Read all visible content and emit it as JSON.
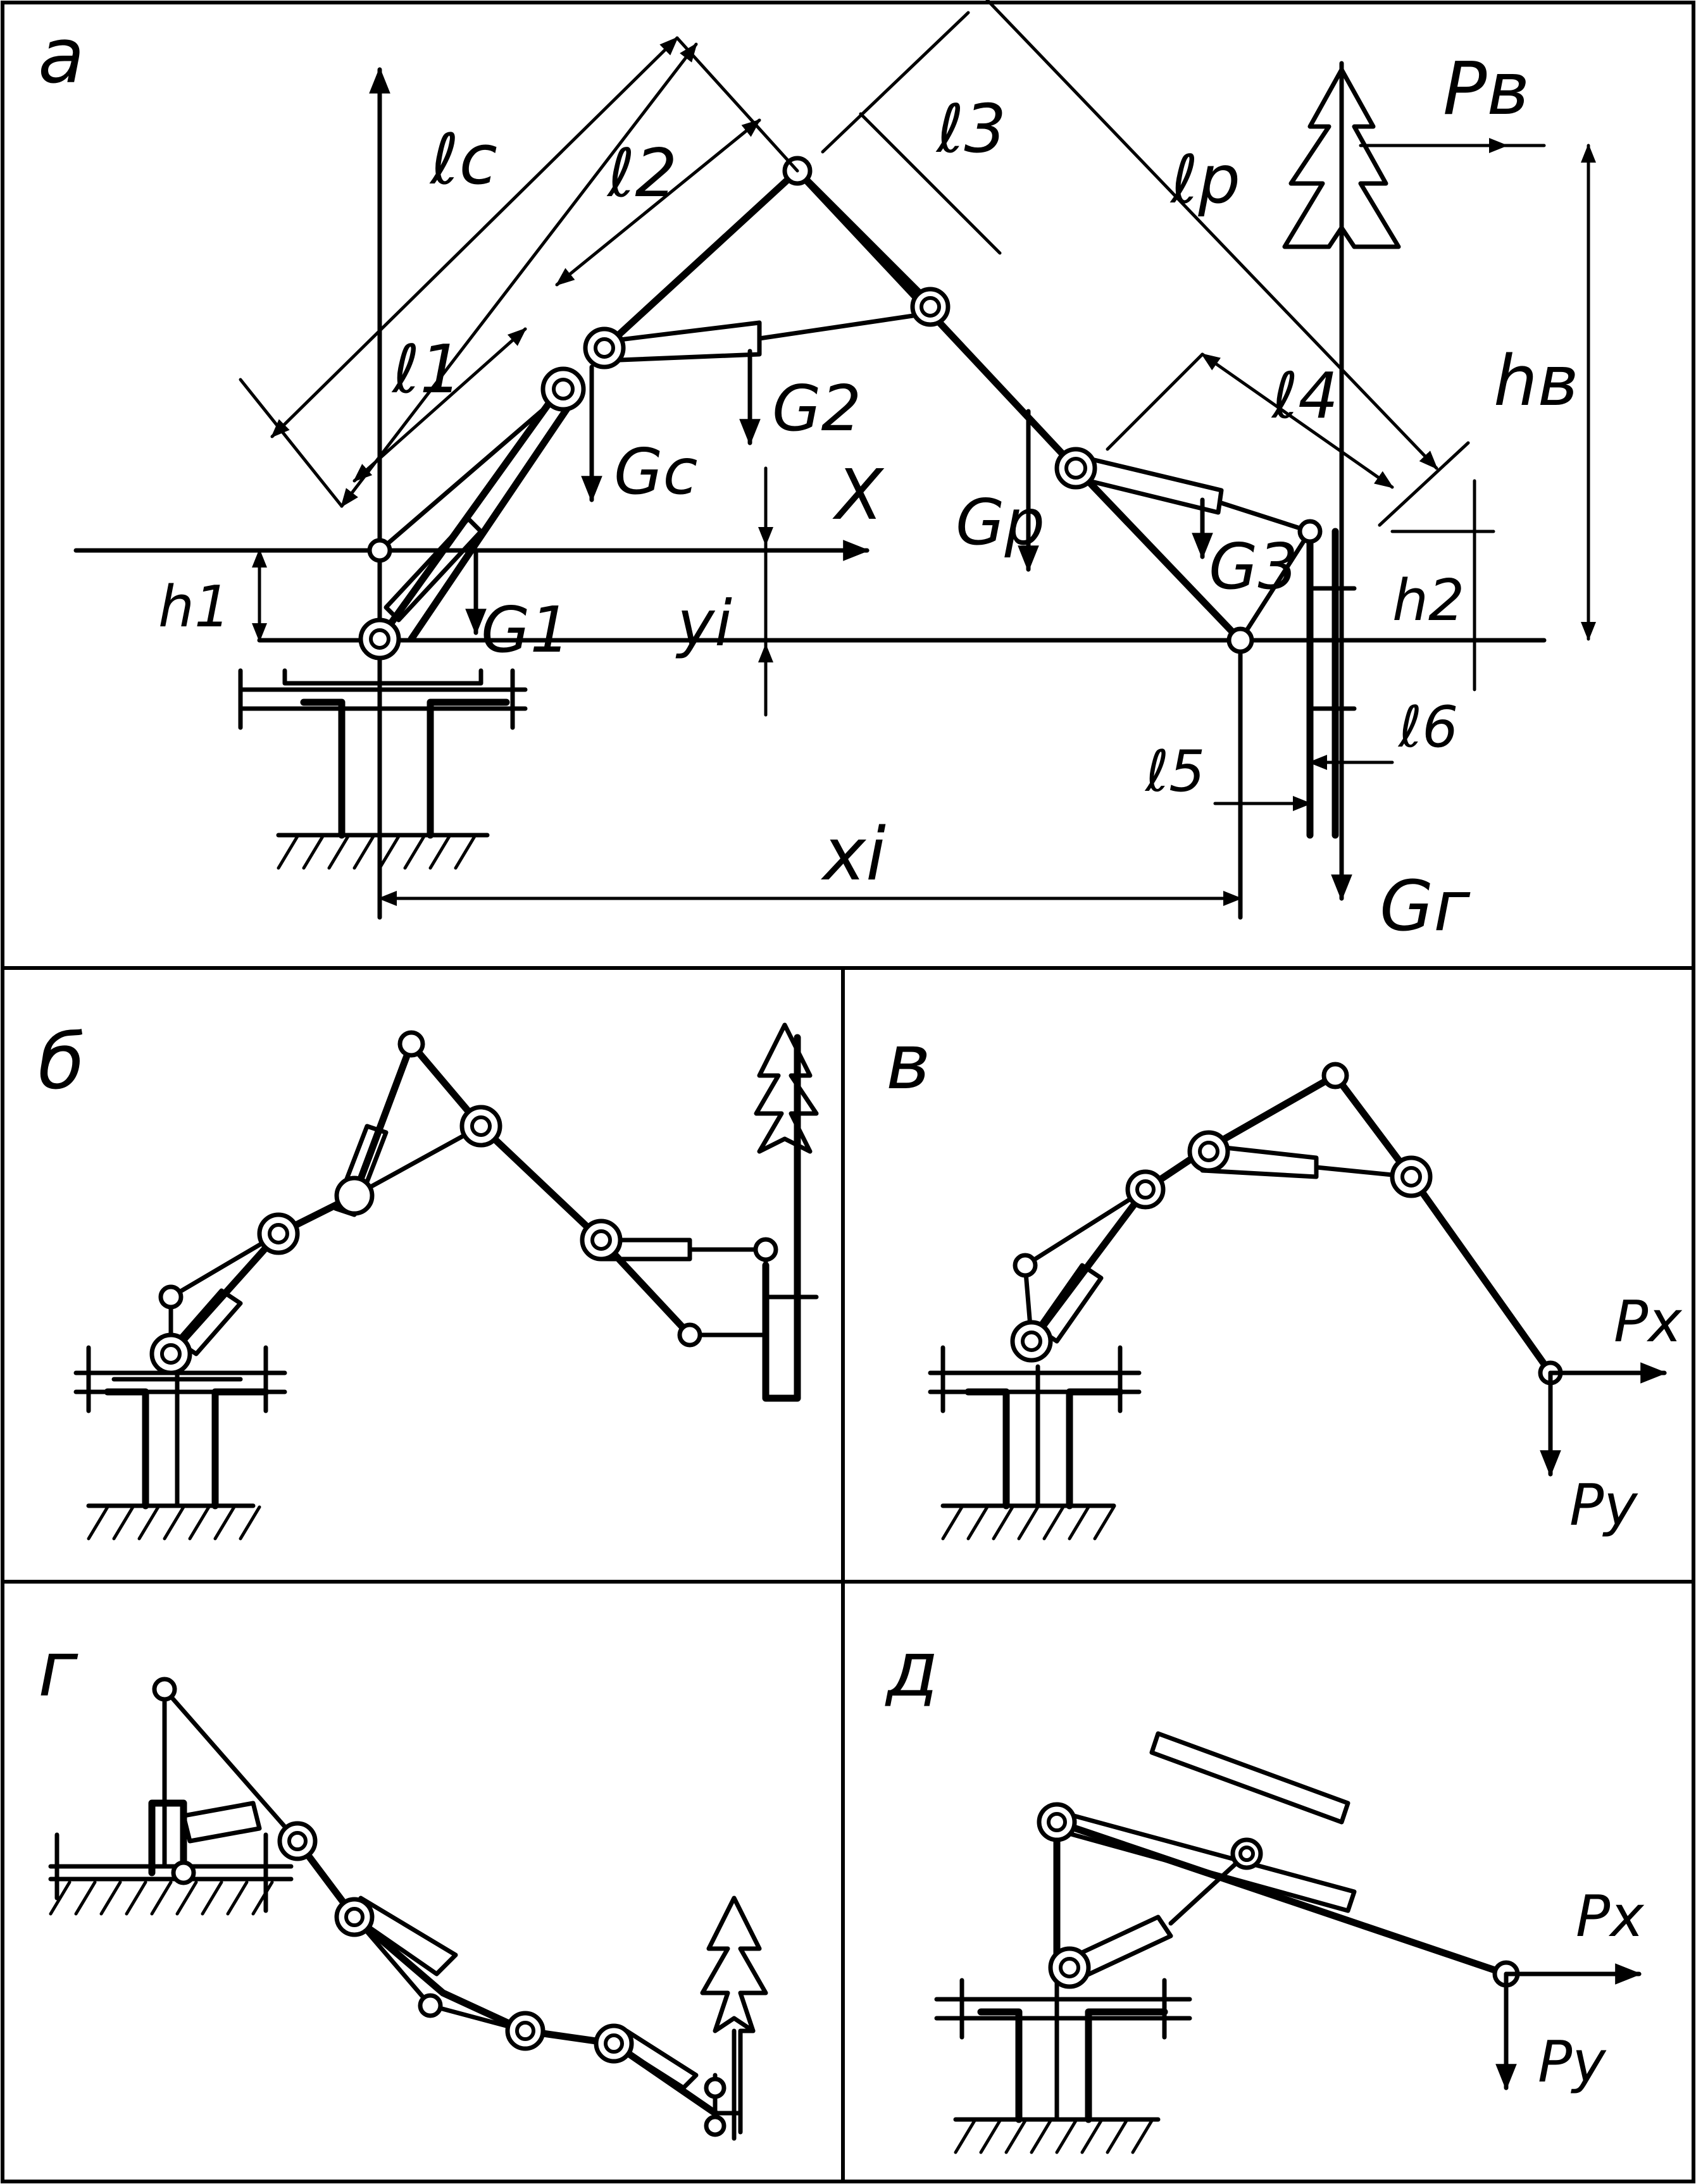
{
  "panels": [
    {
      "id": "a",
      "letter": "а"
    },
    {
      "id": "b",
      "letter": "б"
    },
    {
      "id": "v",
      "letter": "в"
    },
    {
      "id": "g",
      "letter": "г"
    },
    {
      "id": "d",
      "letter": "д"
    }
  ],
  "labels_a": {
    "lc": "ℓc",
    "l1": "ℓ1",
    "l2": "ℓ2",
    "l3": "ℓ3",
    "lp": "ℓр",
    "l4": "ℓ4",
    "l5": "ℓ5",
    "l6": "ℓ6",
    "h1": "h1",
    "h2": "h2",
    "hb": "hв",
    "Pb": "Pв",
    "X": "X",
    "yi": "yi",
    "xi": "xi",
    "G1": "G1",
    "Gc": "Gс",
    "G2": "G2",
    "Gp": "Gр",
    "G3": "G3",
    "Gg": "Gг"
  },
  "labels_v": {
    "Px": "Px",
    "Py": "Py"
  },
  "labels_d": {
    "Px": "Px",
    "Py": "Py"
  }
}
